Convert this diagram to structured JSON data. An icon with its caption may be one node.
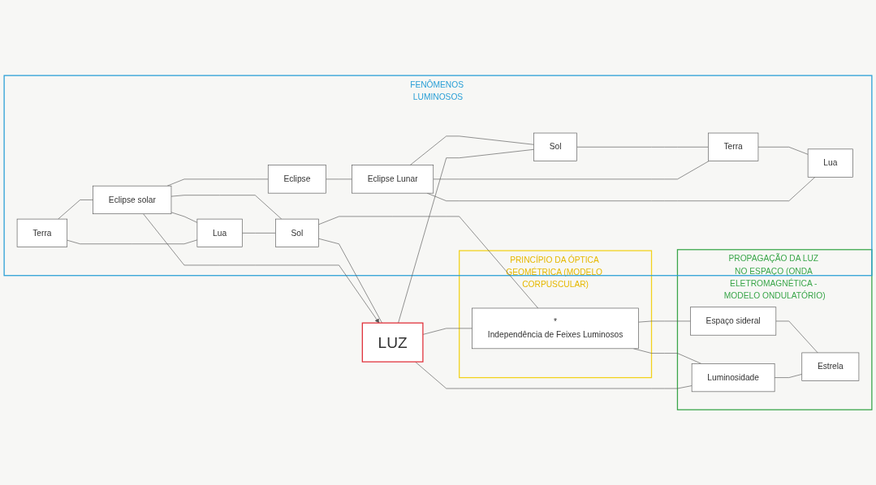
{
  "diagram": {
    "nodes": [
      {
        "text": [
          "FENÔMENOS LUMINOSOS"
        ]
      },
      {
        "text": [
          "Terra"
        ],
        "in": 0
      },
      {
        "text": [
          "Eclipse solar"
        ],
        "in": 0
      },
      {
        "text": [
          "Eclipse"
        ],
        "in": 0
      },
      {
        "text": [
          "Eclipse Lunar"
        ],
        "in": 0
      },
      {
        "text": [
          "Lua"
        ],
        "in": 0
      },
      {
        "text": [
          "Sol"
        ],
        "in": 0
      },
      {
        "text": [
          "Terra"
        ],
        "in": 0
      },
      {
        "text": [
          "Lua"
        ],
        "in": 0
      },
      {
        "text": [
          "Sol"
        ],
        "in": 0
      },
      {
        "text": [
          "LUZ"
        ]
      },
      {
        "text": [
          "PRINCÍPIO DA ÓPTICA GEOMÉTRICA (MODELO CORPUSCULAR)"
        ]
      },
      {
        "text": [
          "*",
          "Independência de Feixes Luminosos"
        ],
        "in": 11
      },
      {
        "text": [
          "PROPAGAÇÃO DA LUZ NO ESPAÇO (ONDA ELETROMAGNÉTICA - MODELO ONDULATÓRIO)"
        ]
      },
      {
        "text": [
          "Luminosidade"
        ],
        "in": 13
      },
      {
        "text": [
          "Estrela"
        ],
        "in": 13
      },
      {
        "text": [
          "Espaço sideral"
        ],
        "in": 13
      }
    ],
    "edges": [
      {
        "from": 1,
        "to": 2,
        "arrow": "none"
      },
      {
        "from": 2,
        "to": 3,
        "arrow": "none"
      },
      {
        "from": 3,
        "to": 4,
        "arrow": "none"
      },
      {
        "from": 1,
        "to": 5,
        "arrow": "none"
      },
      {
        "from": 5,
        "to": 9,
        "arrow": "none"
      },
      {
        "from": 2,
        "to": 5,
        "arrow": "none"
      },
      {
        "from": 2,
        "to": 9,
        "arrow": "none"
      },
      {
        "from": 2,
        "to": 10,
        "arrow": "to"
      },
      {
        "from": 9,
        "to": 10,
        "arrow": "none"
      },
      {
        "from": 10,
        "to": 6,
        "arrow": "none"
      },
      {
        "from": 4,
        "to": 6,
        "arrow": "none"
      },
      {
        "from": 4,
        "to": 7,
        "arrow": "none"
      },
      {
        "from": 4,
        "to": 8,
        "arrow": "none"
      },
      {
        "from": 6,
        "to": 7,
        "arrow": "none"
      },
      {
        "from": 7,
        "to": 8,
        "arrow": "none"
      },
      {
        "from": 10,
        "to": 12,
        "arrow": "none"
      },
      {
        "from": 10,
        "to": 14,
        "arrow": "none"
      },
      {
        "from": 9,
        "to": 12,
        "arrow": "none"
      },
      {
        "from": 12,
        "to": 14,
        "arrow": "none"
      },
      {
        "from": 14,
        "to": 15,
        "arrow": "none"
      },
      {
        "from": 12,
        "to": 16,
        "arrow": "none"
      },
      {
        "from": 16,
        "to": 15,
        "arrow": "none"
      }
    ]
  }
}
